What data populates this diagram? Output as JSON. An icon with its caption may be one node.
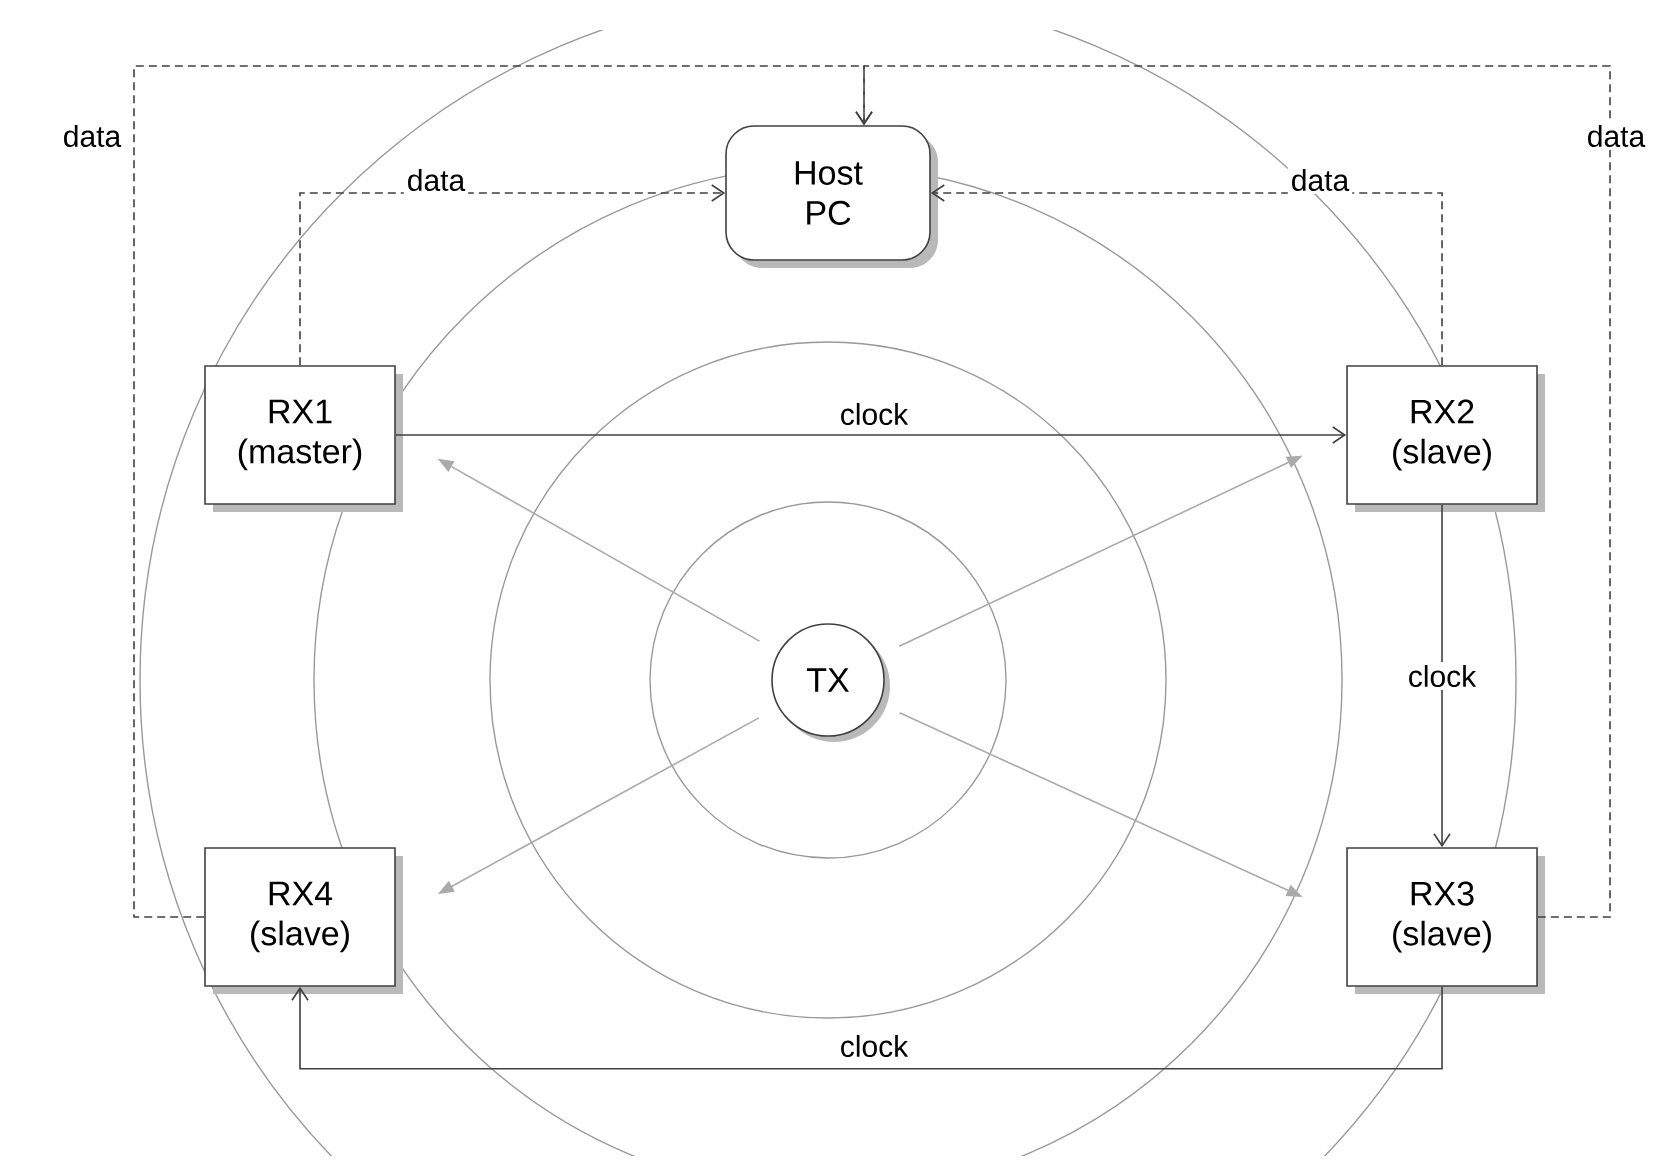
{
  "diagram": {
    "nodes": [
      {
        "text": [
          "Host PC"
        ]
      },
      {
        "text": [
          "RX1 (master)"
        ]
      },
      {
        "text": [
          "RX2 (slave)"
        ]
      },
      {
        "text": [
          "TX"
        ]
      },
      {
        "text": [
          "RX4 (slave)"
        ]
      },
      {
        "text": [
          "RX3 (slave)"
        ]
      }
    ],
    "edges": [
      {
        "from": 1,
        "to": 2,
        "arrow": "to",
        "label": "clock"
      },
      {
        "from": 2,
        "to": 5,
        "arrow": "to",
        "label": "clock"
      },
      {
        "from": 5,
        "to": 4,
        "arrow": "to",
        "label": "clock"
      },
      {
        "from": 1,
        "to": 0,
        "arrow": "to",
        "label": "data",
        "style": "dashed"
      },
      {
        "from": 2,
        "to": 0,
        "arrow": "to",
        "label": "data",
        "style": "dashed"
      },
      {
        "from": 4,
        "to": 0,
        "arrow": "to",
        "label": "data",
        "style": "dashed"
      },
      {
        "from": 5,
        "to": 0,
        "arrow": "to",
        "label": "data",
        "style": "dashed"
      },
      {
        "from": 3,
        "to": 1,
        "arrow": "to",
        "color": "#aaaaaa"
      },
      {
        "from": 3,
        "to": 2,
        "arrow": "to",
        "color": "#aaaaaa"
      },
      {
        "from": 3,
        "to": 4,
        "arrow": "to",
        "color": "#aaaaaa"
      },
      {
        "from": 3,
        "to": 5,
        "arrow": "to",
        "color": "#aaaaaa"
      }
    ]
  }
}
